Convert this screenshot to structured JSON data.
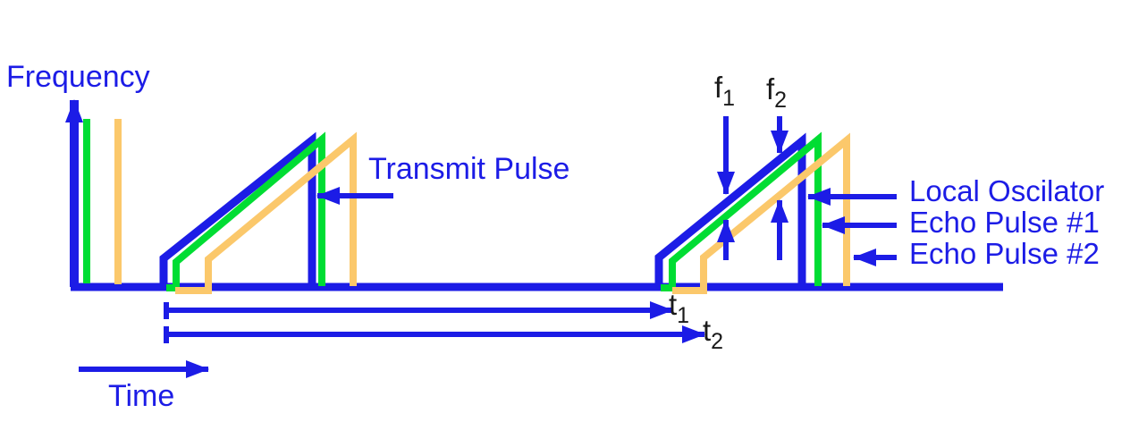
{
  "diagram": {
    "type": "fmcw-radar-pulse-timing",
    "y_axis_label": "Frequency",
    "x_axis_label": "Time"
  },
  "labels": {
    "frequency": "Frequency",
    "time": "Time",
    "transmit_pulse": "Transmit Pulse",
    "local_oscillator": "Local Oscilator",
    "echo_pulse_1": "Echo Pulse #1",
    "echo_pulse_2": "Echo Pulse #2",
    "f1": {
      "base": "f",
      "sub": "1"
    },
    "f2": {
      "base": "f",
      "sub": "2"
    },
    "t1": {
      "base": "t",
      "sub": "1"
    },
    "t2": {
      "base": "t",
      "sub": "2"
    }
  },
  "legend": [
    {
      "label": "Local Oscilator",
      "color": "#1c1ce6"
    },
    {
      "label": "Echo Pulse #1",
      "color": "#00dd33"
    },
    {
      "label": "Echo Pulse #2",
      "color": "#fbc86b"
    }
  ],
  "colors": {
    "line_blue": "#1c1ce6",
    "line_green": "#00dd33",
    "line_orange": "#fbc86b",
    "text_blue": "#1c1ce6",
    "text_black": "#1a1a1a",
    "background": "#ffffff"
  }
}
